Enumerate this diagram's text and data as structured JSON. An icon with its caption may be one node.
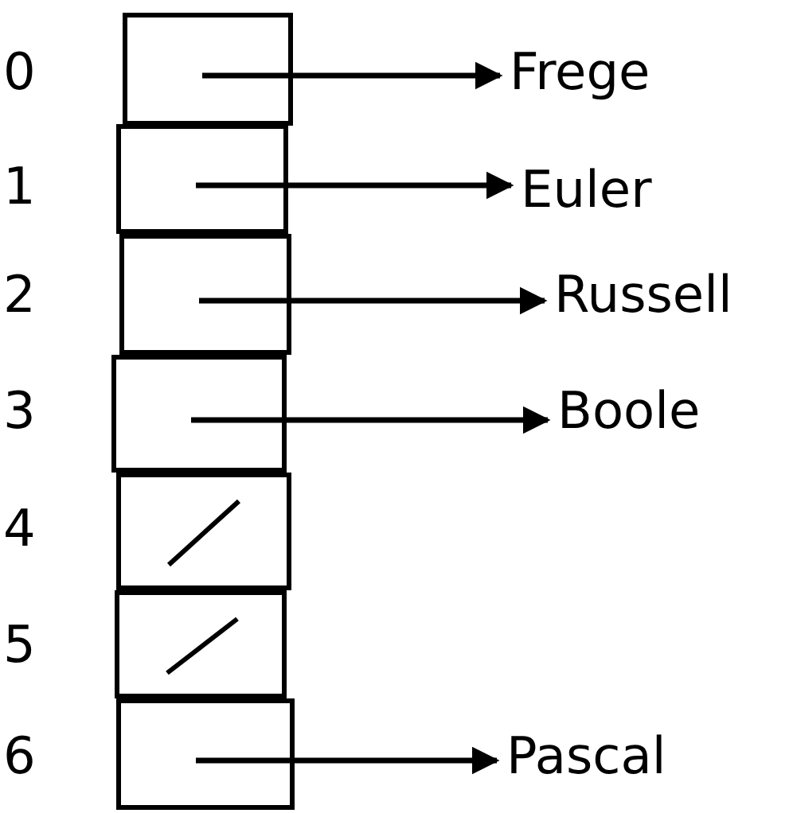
{
  "diagram": {
    "nodes": [
      {
        "text": [],
        "shape": "box"
      },
      {
        "text": [],
        "shape": "box"
      },
      {
        "text": [],
        "shape": "box"
      },
      {
        "text": [],
        "shape": "box"
      },
      {
        "text": [],
        "shape": "box"
      },
      {
        "text": [],
        "shape": "box"
      },
      {
        "text": [],
        "shape": "box"
      },
      {
        "text": [
          "Frege"
        ]
      },
      {
        "text": [
          "Euler"
        ]
      },
      {
        "text": [
          "Russell"
        ]
      },
      {
        "text": [
          "Boole"
        ]
      },
      {
        "text": [
          "Pascal"
        ]
      }
    ],
    "edges": [
      {
        "from": 0,
        "to": 7,
        "arrow": "to"
      },
      {
        "from": 1,
        "to": 8,
        "arrow": "to"
      },
      {
        "from": 2,
        "to": 9,
        "arrow": "to"
      },
      {
        "from": 3,
        "to": 10,
        "arrow": "to"
      },
      {
        "from": 6,
        "to": 11,
        "arrow": "to"
      }
    ],
    "labels": [
      "0",
      "1",
      "2",
      "3",
      "4",
      "5",
      "6"
    ]
  }
}
